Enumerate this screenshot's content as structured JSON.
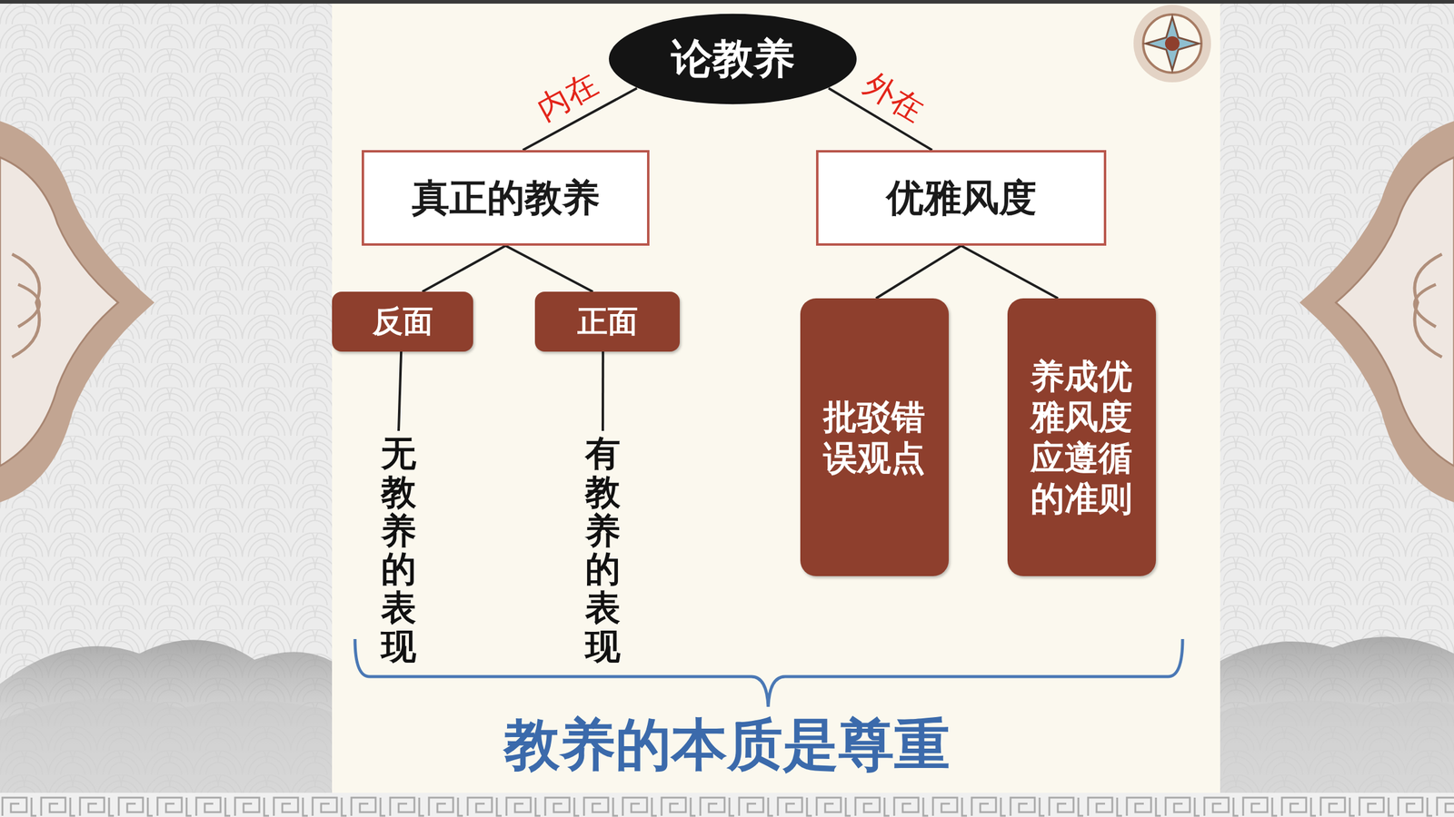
{
  "diagram": {
    "caption": "教养的本质是尊重",
    "nodes": [
      {
        "text": [
          "论教养"
        ]
      },
      {
        "text": [
          "真正的教养"
        ]
      },
      {
        "text": [
          "优雅风度"
        ]
      },
      {
        "text": [
          "反面"
        ]
      },
      {
        "text": [
          "正面"
        ]
      },
      {
        "text": [
          "批驳错误观点"
        ]
      },
      {
        "text": [
          "养成优雅风度应遵循的准则"
        ]
      },
      {
        "text": [
          "无教养的表现"
        ]
      },
      {
        "text": [
          "有教养的表现"
        ]
      }
    ],
    "edges": [
      {
        "from": 0,
        "to": 1,
        "arrow": "none",
        "label": "内在"
      },
      {
        "from": 0,
        "to": 2,
        "arrow": "none",
        "label": "外在"
      },
      {
        "from": 1,
        "to": 3,
        "arrow": "none"
      },
      {
        "from": 1,
        "to": 4,
        "arrow": "none"
      },
      {
        "from": 2,
        "to": 5,
        "arrow": "none"
      },
      {
        "from": 2,
        "to": 6,
        "arrow": "none"
      },
      {
        "from": 3,
        "to": 7,
        "arrow": "none"
      },
      {
        "from": 4,
        "to": 8,
        "arrow": "none"
      }
    ]
  }
}
